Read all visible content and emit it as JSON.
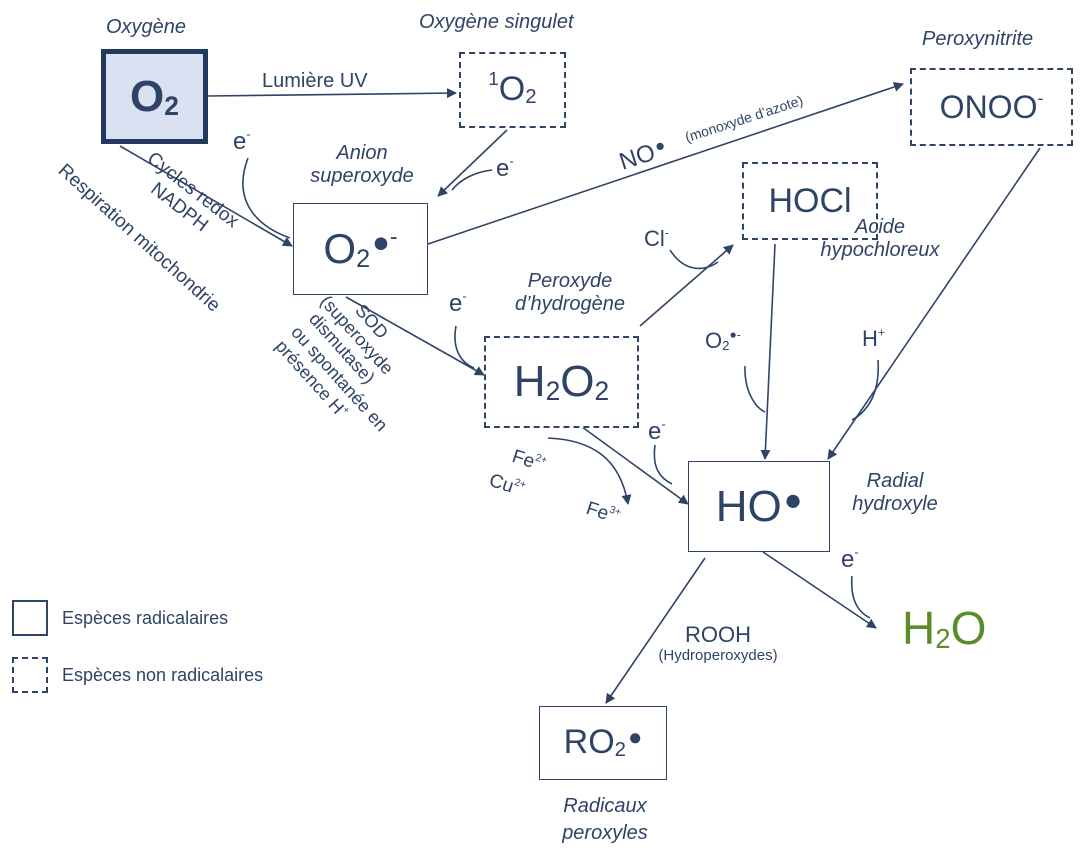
{
  "species": {
    "o2": {
      "base": "O",
      "sub": "2",
      "name": "Oxygène"
    },
    "singlet": {
      "pre": "1",
      "base": "O",
      "sub": "2",
      "name": "Oxygène singulet"
    },
    "superoxide": {
      "base": "O",
      "sub": "2",
      "dot": "●",
      "sup": "-",
      "name_line1": "Anion",
      "name_line2": "superoxyde"
    },
    "h2o2": {
      "a": "H",
      "a_sub": "2",
      "b": "O",
      "b_sub": "2",
      "name_line1": "Peroxyde",
      "name_line2": "d’hydrogène"
    },
    "hocl": {
      "text": "HOCl",
      "name_line1": "Acide",
      "name_line2": "hypochloreux"
    },
    "onoo": {
      "base": "ONOO",
      "sup": "-",
      "name": "Peroxynitrite"
    },
    "ho": {
      "base": "HO",
      "dot": "●",
      "name_line1": "Radial",
      "name_line2": "hydroxyle"
    },
    "ro2": {
      "base": "RO",
      "sub": "2",
      "dot": "●",
      "name_line1": "Radicaux",
      "name_line2": "peroxyles"
    },
    "h2o": {
      "a": "H",
      "a_sub": "2",
      "b": "O"
    }
  },
  "reactions": {
    "uv": "Lumière UV",
    "e_minus": "e",
    "minus": "-",
    "redox_line1": "Cycles redox",
    "redox_line2": "NADPH",
    "respiration": "Respiration mitochondrie",
    "no_radical": "NO",
    "no_dot": "●",
    "no_name": "(monoxyde d’azote)",
    "sod_line1": "SOD",
    "sod_line2": "(superoxyde",
    "sod_line3": "dismutase)",
    "sod_line4": "ou spontanée en",
    "sod_line5": "présence H",
    "plus": "+",
    "cl": "Cl",
    "o2_reagent": "O",
    "o2_reagent_sub": "2",
    "o2_reagent_dot": "●-",
    "h_plus": "H",
    "fe2": "Fe",
    "fe2_sup": "2+",
    "cu2": "Cu",
    "cu2_sup": "2+",
    "fe3": "Fe",
    "fe3_sup": "3+",
    "rooh": "ROOH",
    "rooh_name": "(Hydroperoxydes)"
  },
  "legend": {
    "radical": "Espèces radicalaires",
    "non_radical": "Espèces non radicalaires"
  },
  "colors": {
    "ink": "#2e4466",
    "h2o": "#5b8c2a",
    "o2_fill": "#d9e1f2"
  }
}
